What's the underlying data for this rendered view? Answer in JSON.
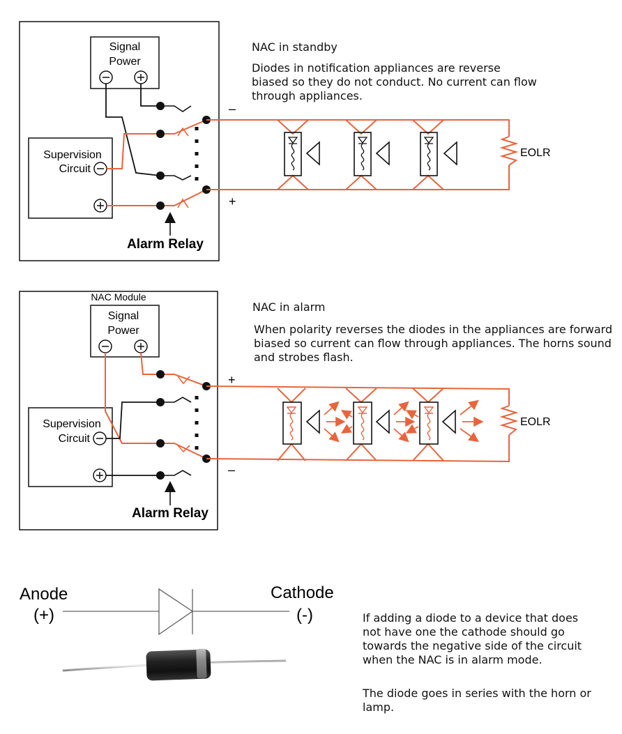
{
  "standby": {
    "title": "NAC in standby",
    "description": "Diodes in notification appliances are reverse biased so they do not conduct. No current can flow through appliances.",
    "signal_power": [
      "Signal",
      "Power"
    ],
    "supervision": [
      "Supervision",
      "Circuit"
    ],
    "alarm_relay": "Alarm Relay",
    "eolr": "EOLR",
    "top_polarity": "–",
    "bottom_polarity": "+"
  },
  "alarm": {
    "module_label": "NAC Module",
    "title": "NAC in alarm",
    "description": "When polarity reverses the diodes in the appliances are forward biased so current can flow through appliances. The horns sound and strobes flash.",
    "signal_power": [
      "Signal",
      "Power"
    ],
    "supervision": [
      "Supervision",
      "Circuit"
    ],
    "alarm_relay": "Alarm Relay",
    "eolr": "EOLR",
    "top_polarity": "+",
    "bottom_polarity": "–"
  },
  "diode": {
    "anode": "Anode",
    "anode_sign": "(+)",
    "cathode": "Cathode",
    "cathode_sign": "(-)",
    "note1": "If adding a diode to a device that does not have one the cathode should go towards the negative side of the circuit when the NAC is in alarm mode.",
    "note2": "The diode goes in series with the horn or lamp."
  },
  "colors": {
    "wire_active": "#e8643c",
    "wire_idle": "#111111"
  }
}
